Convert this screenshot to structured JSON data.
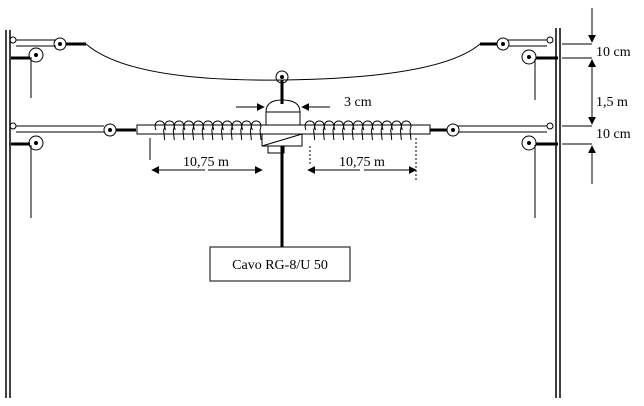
{
  "labels": {
    "top_gap": "10 cm",
    "vertical_spacing": "1,5 m",
    "bottom_gap": "10 cm",
    "feed_width": "3 cm",
    "left_length": "10,75 m",
    "right_length": "10,75 m",
    "cable": "Cavo RG-8/U 50"
  },
  "colors": {
    "stroke": "#000000",
    "background": "#ffffff"
  }
}
